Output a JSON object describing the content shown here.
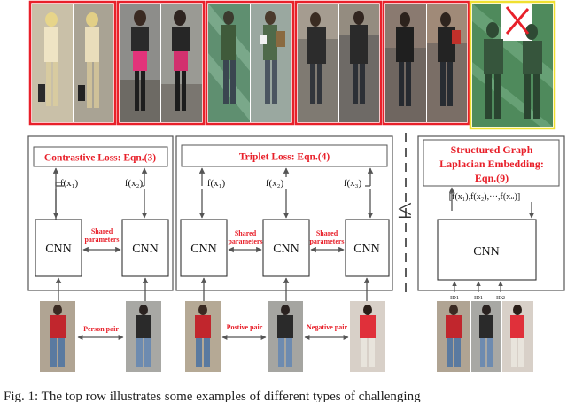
{
  "top_strip": {
    "groups": [
      {
        "border_color": "#e8202a",
        "images": [
          {
            "tone": "light"
          },
          {
            "tone": "light"
          }
        ]
      },
      {
        "border_color": "#e8202a",
        "images": [
          {
            "tone": "street"
          },
          {
            "tone": "street"
          }
        ]
      },
      {
        "border_color": "#e8202a",
        "images": [
          {
            "tone": "green"
          },
          {
            "tone": "green"
          }
        ]
      },
      {
        "border_color": "#e8202a",
        "images": [
          {
            "tone": "crowd"
          },
          {
            "tone": "crowd"
          }
        ]
      },
      {
        "border_color": "#e8202a",
        "images": [
          {
            "tone": "dark"
          },
          {
            "tone": "dark"
          }
        ]
      },
      {
        "border_color": "#f0e030",
        "images": [
          {
            "tone": "green-mark"
          }
        ]
      }
    ]
  },
  "panels": {
    "contrastive": {
      "title": "Contrastive Loss: Eqn.(3)",
      "features": [
        "f(x₁)",
        "f(x₂)"
      ],
      "cnn_labels": [
        "CNN",
        "CNN"
      ],
      "shared_label_line1": "Shared",
      "shared_label_line2": "parameters",
      "pair_label": "Person pair"
    },
    "triplet": {
      "title": "Triplet Loss: Eqn.(4)",
      "features": [
        "f(x₁)",
        "f(x₂)",
        "f(x₃)"
      ],
      "cnn_labels": [
        "CNN",
        "CNN",
        "CNN"
      ],
      "shared_label_line1": "Shared",
      "shared_label_line2": "parameters",
      "shared_label2_line1": "Shared",
      "shared_label2_line2": "parameters",
      "pair_label_positive": "Postive pair",
      "pair_label_negative": "Negative pair"
    },
    "graph": {
      "title_line1": "Structured Graph",
      "title_line2": "Laplacian Embedding:",
      "title_line3": "Eqn.(9)",
      "feature_vector": "[f(x₁),f(x₂),···,f(xₙ)]",
      "cnn_label": "CNN",
      "ids": [
        "ID1",
        "ID1",
        "ID2"
      ]
    }
  },
  "comparison_symbol": "≤",
  "caption": "Fig. 1:  The top row illustrates some examples of different types of challenging"
}
